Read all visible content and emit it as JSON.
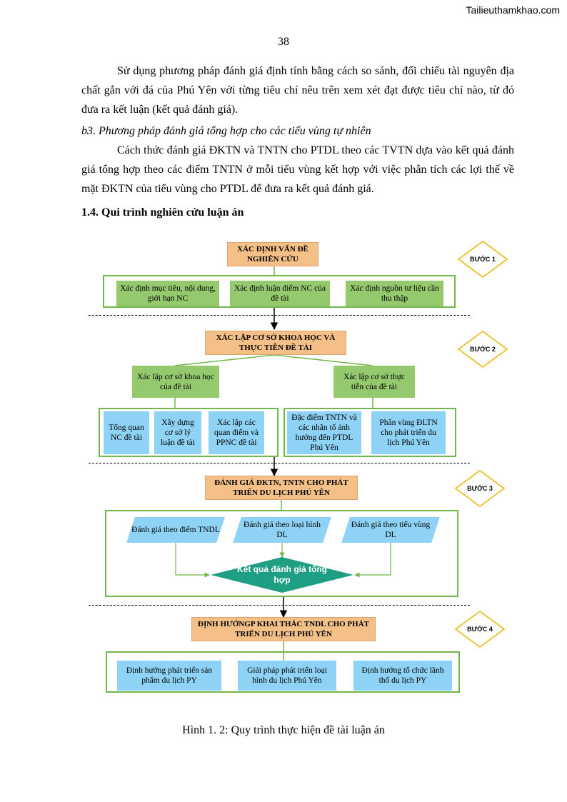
{
  "watermark": "Tailieuthamkhao.com",
  "page_number": "38",
  "paragraph1": "Sử dụng phương pháp đánh giá định tính bằng cách so sánh, đối chiếu tài nguyên địa chất gắn với đá của Phú Yên với từng tiêu chí nêu trên xem xét đạt được tiêu chí nào, từ đó đưa ra kết luận (kết quả đánh giá).",
  "subheading": "b3. Phương pháp đánh giá tổng hợp cho các tiểu vùng tự nhiên",
  "paragraph2": "Cách thức đánh giá ĐKTN và TNTN cho PTDL theo các TVTN dựa vào kết quả đánh giá tổng hợp theo các điểm TNTN ở mỗi tiểu vùng kết hợp với việc phân tích các lợi thế về mặt ĐKTN của tiểu vùng cho PTDL để đưa ra kết quả đánh giá.",
  "heading": "1.4. Qui trình nghiên cứu luận án",
  "diagram": {
    "steps": [
      "BƯỚC 1",
      "BƯỚC 2",
      "BƯỚC 3",
      "BƯỚC 4"
    ],
    "s1_title": "XÁC ĐỊNH VẤN ĐỀ NGHIÊN CỨU",
    "s1_items": [
      "Xác định mục tiêu, nội dung, giới hạn NC",
      "Xác định luận điểm NC của đề tài",
      "Xác định nguồn tư liệu cần thu thập"
    ],
    "s2_title": "XÁC LẬP CƠ SỞ KHOA HỌC VÀ THỰC TIỄN ĐỀ TÀI",
    "s2_branches": [
      "Xác lập cơ sở khoa học của đề tài",
      "Xác lập cơ sở thực tiễn của đề tài"
    ],
    "s2_left_items": [
      "Tổng quan NC đề tài",
      "Xây dựng cơ sở lý luận đề tài",
      "Xác lập các quan điểm và PPNC đề tài"
    ],
    "s2_right_items": [
      "Đặc điểm TNTN và các nhân tố ảnh hưởng đến PTDL Phú Yên",
      "Phân vùng ĐLTN cho phát triển du lịch Phú Yên"
    ],
    "s3_title": "ĐÁNH GIÁ ĐKTN, TNTN CHO PHÁT TRIỂN DU LỊCH PHÚ YÊN",
    "s3_items": [
      "Đánh giá theo điểm TNDL",
      "Đánh giá theo loại hình DL",
      "Đánh giá theo tiểu vùng DL"
    ],
    "s3_result": "Kết quả đánh giá tổng hợp",
    "s4_title": "ĐỊNH HƯỚNGP KHAI THÁC TNDL CHO PHÁT TRIỂN DU LỊCH PHÚ YÊN",
    "s4_items": [
      "Định hướng phát triển sản phẩm du lịch PY",
      "Giải pháp phát triển loại hình du lịch Phú Yên",
      "Định hướng tổ chức lãnh thổ du lịch PY"
    ],
    "colors": {
      "title_fill": "#f5c088",
      "green_fill": "#94c96e",
      "blue_fill": "#8ed3f5",
      "result_fill": "#1e9e82",
      "step_border": "#f0b400",
      "frame_border": "#70b84a"
    }
  },
  "caption": "Hình 1. 2: Quy trình thực hiện đề tài luận án"
}
